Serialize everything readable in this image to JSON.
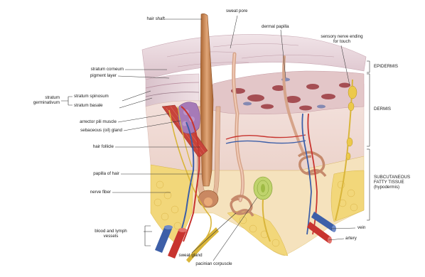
{
  "labels": {
    "hair_shaft": "hair shaft",
    "sweat_pore": "sweat pore",
    "dermal_papilla": "dermal papilla",
    "sensory_nerve_1": "sensory nerve ending",
    "sensory_nerve_2": "for touch",
    "stratum_corneum": "stratum corneum",
    "pigment_layer": "pigment layer",
    "stratum_germ_1": "stratum",
    "stratum_germ_2": "germinativum",
    "stratum_spinosum": "stratum spinosum",
    "stratum_basale": "stratum basale",
    "arrector_pili": "arrector pili muscle",
    "sebaceous_gland": "sebaceous (oil) gland",
    "hair_follicle": "hair follicle",
    "papilla_of_hair": "papilla of hair",
    "nerve_fiber": "nerve fiber",
    "blood_lymph_1": "blood and lymph",
    "blood_lymph_2": "vessels",
    "sweat_gland": "sweat gland",
    "pacinian": "pacinian corpuscle",
    "vein": "vein",
    "artery": "artery"
  },
  "sections": {
    "epidermis": "EPIDERMIS",
    "dermis": "DERMIS",
    "subcutaneous_1": "SUBCUTANEOUS",
    "subcutaneous_2": "FATTY TISSUE",
    "subcutaneous_3": "(hypodermis)"
  },
  "colors": {
    "epidermis_top": "#ead9dd",
    "dermis": "#f3e2dc",
    "fat": "#f2d77a",
    "hair": "#c9834f",
    "artery": "#c8342f",
    "vein": "#3d5fa8",
    "nerve": "#d9b53a",
    "gland": "#d7a98c"
  }
}
